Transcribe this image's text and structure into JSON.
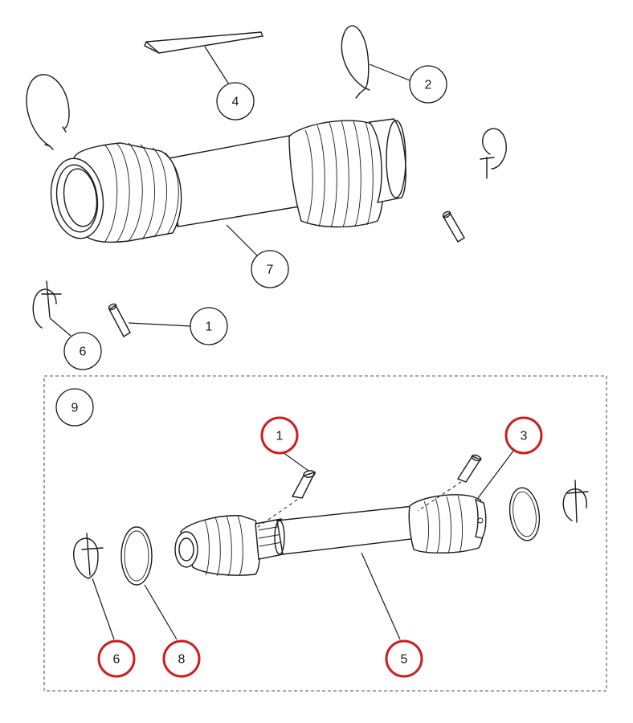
{
  "callouts": {
    "c4": "4",
    "c2": "2",
    "c7": "7",
    "c1_top": "1",
    "c6_top": "6",
    "c9": "9",
    "c1_kit": "1",
    "c3_kit": "3",
    "c6_kit": "6",
    "c8_kit": "8",
    "c5_kit": "5"
  },
  "colors": {
    "highlight": "#cc1f1f",
    "line": "#1a1a1a"
  }
}
